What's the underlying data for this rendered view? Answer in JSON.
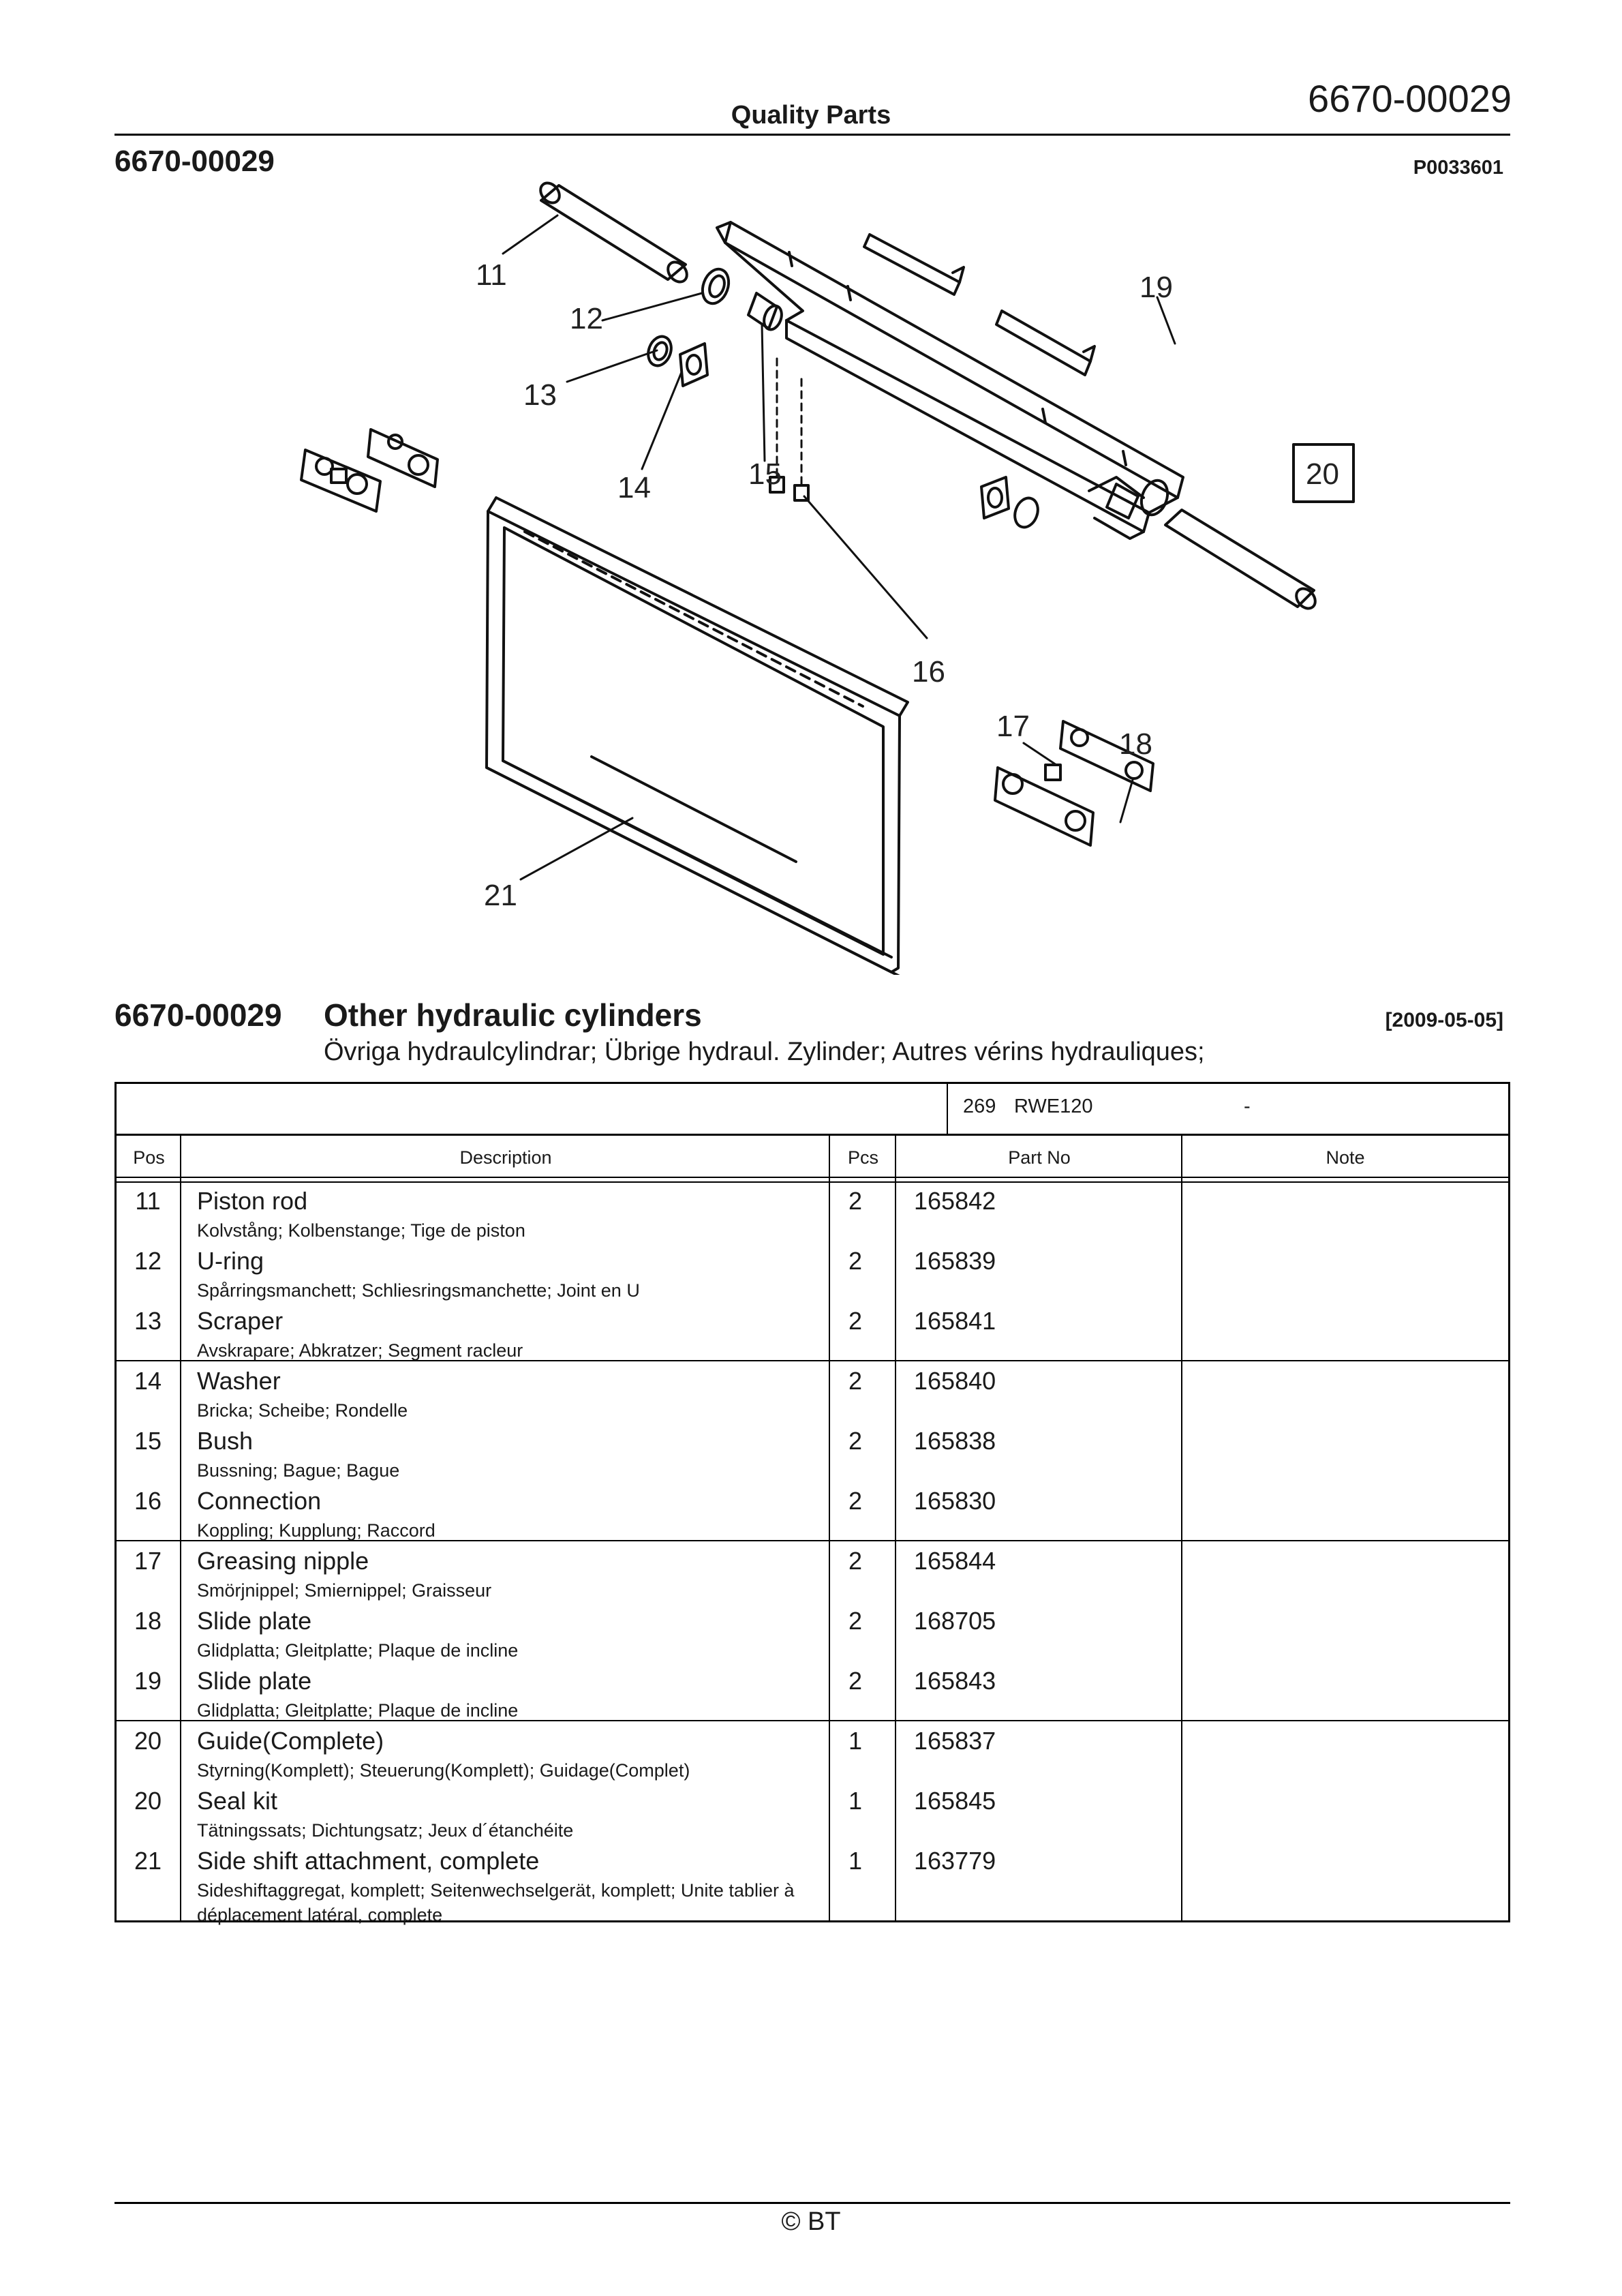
{
  "header": {
    "center_title": "Quality Parts",
    "doc_number": "6670-00029"
  },
  "section": {
    "number": "6670-00029",
    "picture_ref": "P0033601"
  },
  "diagram": {
    "callouts": [
      "11",
      "12",
      "13",
      "14",
      "15",
      "16",
      "17",
      "18",
      "19",
      "20",
      "21"
    ]
  },
  "title_block": {
    "number": "6670-00029",
    "title": "Other hydraulic cylinders",
    "date": "[2009-05-05]",
    "subtitle": "Övriga hydraulcylindrar; Übrige hydraul. Zylinder; Autres vérins hydrauliques;"
  },
  "parts_table": {
    "model": {
      "number": "269",
      "name": "RWE120",
      "dash": "-"
    },
    "columns": {
      "pos": "Pos",
      "description": "Description",
      "pcs": "Pcs",
      "part_no": "Part No",
      "note": "Note"
    },
    "rows": [
      {
        "pos": "11",
        "desc": "Piston rod",
        "trans": "Kolvstång; Kolbenstange; Tige de piston",
        "pcs": "2",
        "part_no": "165842",
        "note": ""
      },
      {
        "pos": "12",
        "desc": "U-ring",
        "trans": "Spårringsmanchett; Schliesringsmanchette; Joint en U",
        "pcs": "2",
        "part_no": "165839",
        "note": ""
      },
      {
        "pos": "13",
        "desc": "Scraper",
        "trans": "Avskrapare; Abkratzer; Segment racleur",
        "pcs": "2",
        "part_no": "165841",
        "note": ""
      },
      {
        "pos": "14",
        "desc": "Washer",
        "trans": "Bricka; Scheibe; Rondelle",
        "pcs": "2",
        "part_no": "165840",
        "note": ""
      },
      {
        "pos": "15",
        "desc": "Bush",
        "trans": "Bussning; Bague; Bague",
        "pcs": "2",
        "part_no": "165838",
        "note": ""
      },
      {
        "pos": "16",
        "desc": "Connection",
        "trans": "Koppling; Kupplung; Raccord",
        "pcs": "2",
        "part_no": "165830",
        "note": ""
      },
      {
        "pos": "17",
        "desc": "Greasing nipple",
        "trans": "Smörjnippel; Smiernippel; Graisseur",
        "pcs": "2",
        "part_no": "165844",
        "note": ""
      },
      {
        "pos": "18",
        "desc": "Slide plate",
        "trans": "Glidplatta; Gleitplatte; Plaque de incline",
        "pcs": "2",
        "part_no": "168705",
        "note": ""
      },
      {
        "pos": "19",
        "desc": "Slide plate",
        "trans": "Glidplatta; Gleitplatte; Plaque de incline",
        "pcs": "2",
        "part_no": "165843",
        "note": ""
      },
      {
        "pos": "20",
        "desc": "Guide(Complete)",
        "trans": "Styrning(Komplett); Steuerung(Komplett); Guidage(Complet)",
        "pcs": "1",
        "part_no": "165837",
        "note": ""
      },
      {
        "pos": "20",
        "desc": "Seal kit",
        "trans": "Tätningssats; Dichtungsatz; Jeux d´étanchéite",
        "pcs": "1",
        "part_no": "165845",
        "note": ""
      },
      {
        "pos": "21",
        "desc": "Side shift attachment, complete",
        "trans": "Sideshiftaggregat, komplett; Seitenwechselgerät, komplett; Unite tablier à déplacement latéral, complete",
        "pcs": "1",
        "part_no": "163779",
        "note": ""
      }
    ]
  },
  "footer": {
    "copyright": "© BT"
  }
}
